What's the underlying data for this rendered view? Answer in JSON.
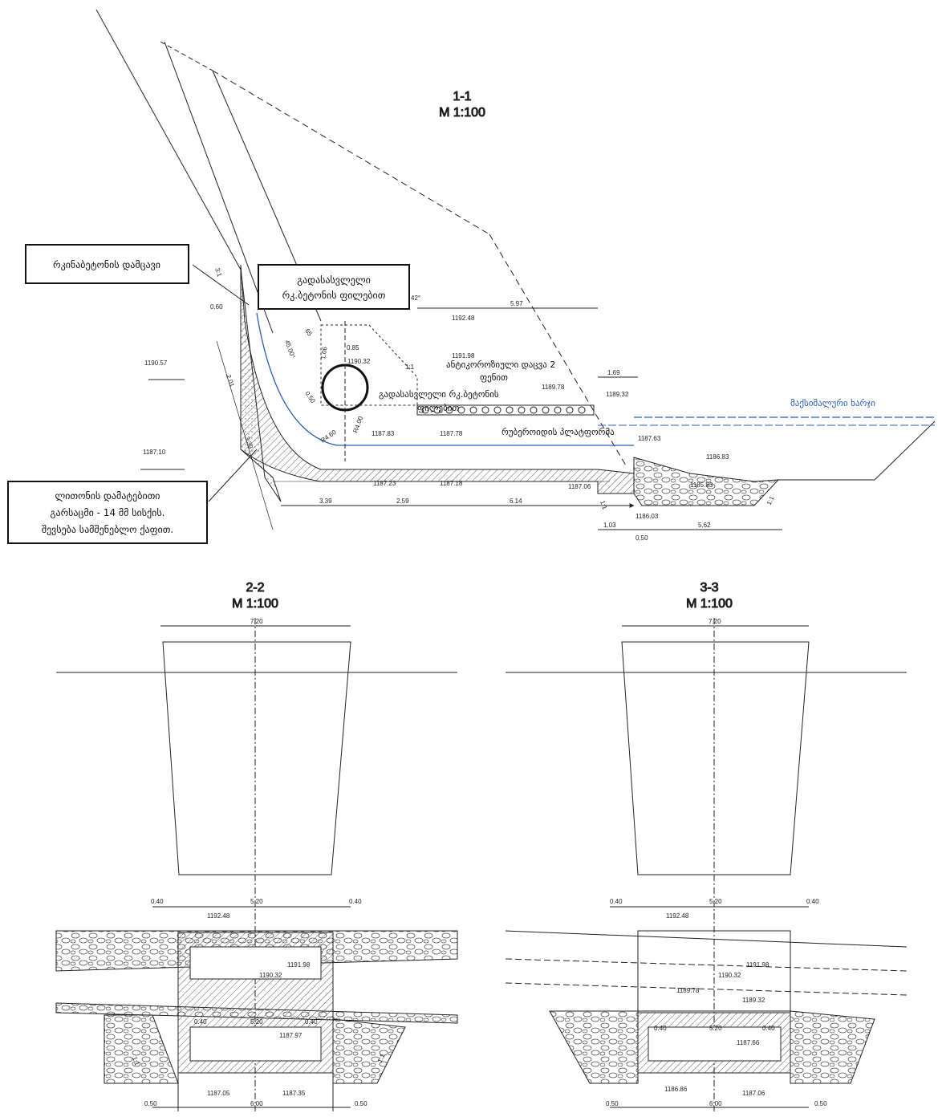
{
  "section_1": {
    "title": "1-1",
    "scale": "M 1:100",
    "callout_protection": "რკინაბეტონის დამცავი",
    "callout_slabs_line1": "გადასასვლელი",
    "callout_slabs_line2": "რკ.ბეტონის ფილებით",
    "callout_gabion_line1": "ლითონის დამატებითი",
    "callout_gabion_line2": "გარსაცმი - 14 მმ სისქის.",
    "callout_gabion_line3": "შევსება სამშენებლო ქაფით.",
    "note_anticorrosion_1": "ანტიკოროზიული დაცვა 2",
    "note_anticorrosion_2": "ფენით",
    "note_slabs_1": "გადასასვლელი რკ.ბეტონის",
    "note_slabs_2": "ფილებით",
    "note_rubber": "რუბეროიდის პლატფორმა",
    "note_max_flow": "მაქსიმალური ხარჯი",
    "slope_3_1": "3:1",
    "slope_1_1a": "1:1",
    "slope_1_1b": "1:1",
    "slope_1_1c": "1:1",
    "angle_45": "45.00°",
    "angle_42": "42°",
    "radius_r460": "R4.60",
    "radius_r400": "R4.00",
    "d_060": "0.60",
    "d_201": "2.01",
    "d_339v": "3.39",
    "d_050a": "0.50",
    "d_085": "0.85",
    "d_106": "1.06",
    "d_597": "5.97",
    "d_169": "1.69",
    "d_339": "3.39",
    "d_259": "2.59",
    "d_614": "6.14",
    "d_103": "1.03",
    "d_050b": "0.50",
    "d_562": "5.62",
    "d_65": "65",
    "e_119057": "1190.57",
    "e_118710": "1187.10",
    "e_119248": "1192.48",
    "e_119198": "1191.98",
    "e_119032": "1190.32",
    "e_118978": "1189.78",
    "e_118932": "1189.32",
    "e_118783": "1187.83",
    "e_118778": "1187.78",
    "e_118763": "1187.63",
    "e_118683": "1186.83",
    "e_118583": "1185.83",
    "e_118723": "1187.23",
    "e_118718": "1187.18",
    "e_118706": "1187.06",
    "e_118603": "1186.03"
  },
  "section_2": {
    "title": "2-2",
    "scale": "M 1:100",
    "d_720": "7.20",
    "d_040l": "0.40",
    "d_520": "5.20",
    "d_040r": "0.40",
    "d_040il": "0.40",
    "d_520i": "5.20",
    "d_040ir": "0.40",
    "d_050l": "0.50",
    "d_600": "6.00",
    "d_050r": "0.50",
    "slope_l": "1:1",
    "slope_r": "1:1",
    "e_119248": "1192.48",
    "e_119198": "1191.98",
    "e_119032": "1190.32",
    "e_118797": "1187.97",
    "e_118705": "1187.05",
    "e_118735": "1187.35"
  },
  "section_3": {
    "title": "3-3",
    "scale": "M 1:100",
    "d_720": "7.20",
    "d_040l": "0.40",
    "d_520": "5.20",
    "d_040r": "0.40",
    "d_040il": "0.40",
    "d_520i": "5.20",
    "d_040ir": "0.40",
    "d_050l": "0.50",
    "d_600": "6.00",
    "d_050r": "0.50",
    "e_119248": "1192.48",
    "e_119198": "1191.98",
    "e_119032": "1190.32",
    "e_118978": "1189.78",
    "e_118932": "1189.32",
    "e_118766": "1187.66",
    "e_118686": "1186.86",
    "e_118706": "1187.06"
  },
  "colors": {
    "line": "#222222",
    "water": "#2a5bb8",
    "hatch": "#555555"
  }
}
